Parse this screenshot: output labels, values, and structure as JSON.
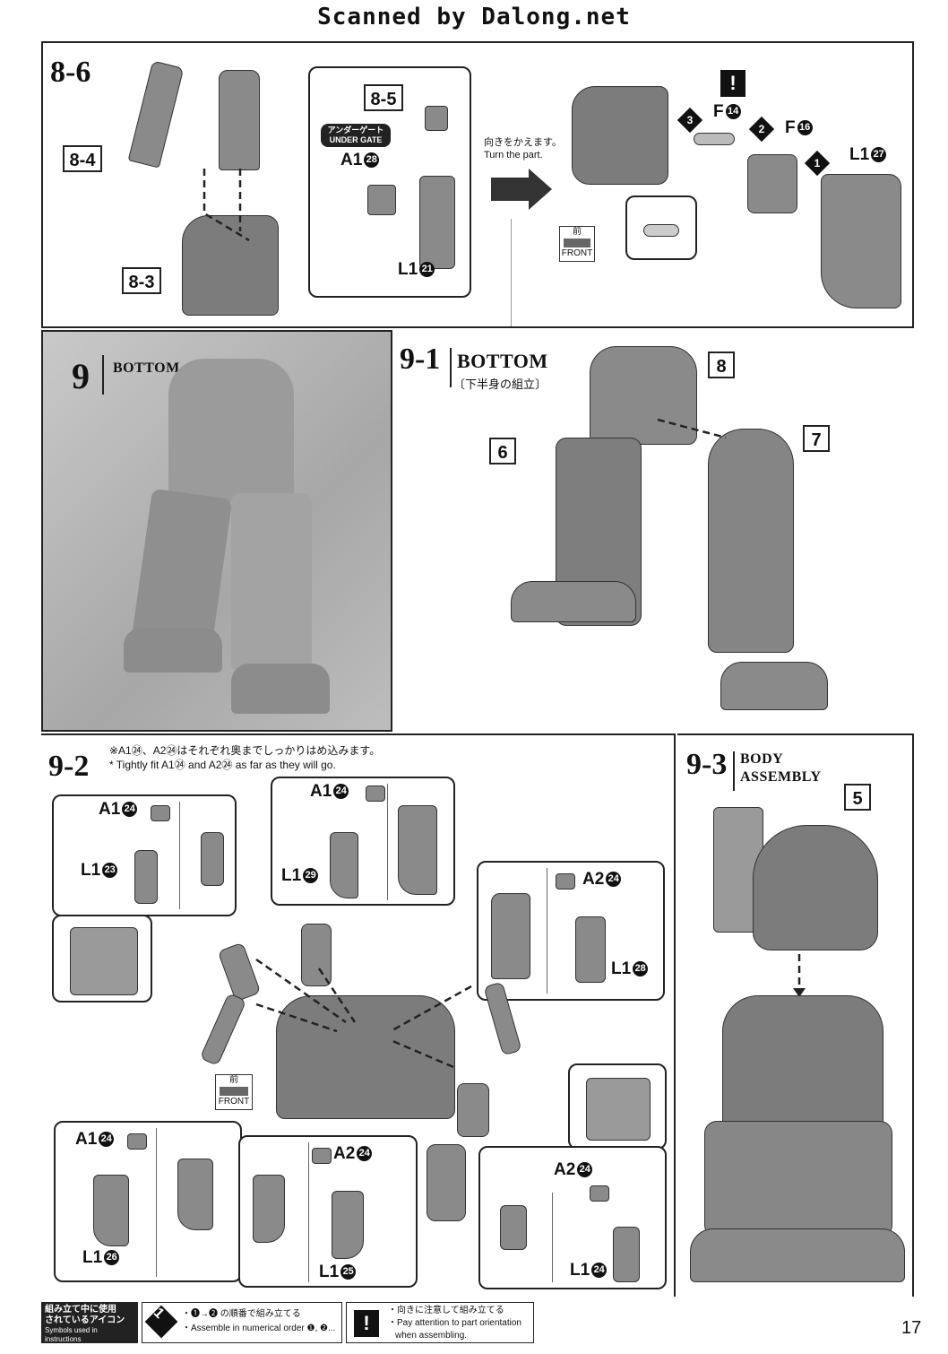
{
  "header": {
    "scan_credit": "Scanned by Dalong.net"
  },
  "page_number": "17",
  "step_8_6": {
    "number": "8-6",
    "labels": {
      "l84": "8-4",
      "l83": "8-3",
      "l85": "8-5"
    },
    "gate_ja": "アンダーゲート",
    "gate_en": "UNDER GATE",
    "parts": {
      "a1": "A1",
      "a1_n": "28",
      "l1": "L1",
      "l1_n": "21",
      "f14": "F",
      "f14_n": "14",
      "f16": "F",
      "f16_n": "16",
      "l127": "L1",
      "l127_n": "27"
    },
    "turn_ja": "向きをかえます。",
    "turn_en": "Turn the part.",
    "front_ja": "前",
    "front_en": "FRONT",
    "order": {
      "o1": "1",
      "o2": "2",
      "o3": "3"
    },
    "warning": "!"
  },
  "step_9": {
    "number": "9",
    "title": "BOTTOM"
  },
  "step_9_1": {
    "number": "9-1",
    "title": "BOTTOM",
    "subtitle_ja": "〔下半身の組立〕",
    "labels": {
      "l8": "8",
      "l6": "6",
      "l7": "7"
    }
  },
  "step_9_2": {
    "number": "9-2",
    "note_ja": "※A1㉔、A2㉔はそれぞれ奥までしっかりはめ込みます。",
    "note_en": "* Tightly fit A1㉔ and A2㉔ as far as they will go.",
    "parts": {
      "c1_a": "A1",
      "c1_a_n": "24",
      "c1_b": "L1",
      "c1_b_n": "23",
      "c2_a": "A1",
      "c2_a_n": "24",
      "c2_b": "L1",
      "c2_b_n": "29",
      "c3_a": "A2",
      "c3_a_n": "24",
      "c3_b": "L1",
      "c3_b_n": "28",
      "c4_a": "A1",
      "c4_a_n": "24",
      "c4_b": "L1",
      "c4_b_n": "26",
      "c5_a": "A2",
      "c5_a_n": "24",
      "c5_b": "L1",
      "c5_b_n": "25",
      "c6_a": "A2",
      "c6_a_n": "24",
      "c6_b": "L1",
      "c6_b_n": "24"
    },
    "front_ja": "前",
    "front_en": "FRONT"
  },
  "step_9_3": {
    "number": "9-3",
    "title_line1": "BODY",
    "title_line2": "ASSEMBLY",
    "label": "5"
  },
  "legend": {
    "heading_ja_1": "組み立て中に使用",
    "heading_ja_2": "されているアイコン",
    "heading_en": "Symbols used in instructions",
    "icon1": "1",
    "icon1_ja": "・❶→❷ の順番で組み立てる",
    "icon1_en": "・Assemble in numerical order ❶, ❷...",
    "icon2": "!",
    "icon2_ja": "・向きに注意して組み立てる",
    "icon2_en_1": "・Pay attention to part orientation",
    "icon2_en_2": "when assembling."
  },
  "colors": {
    "part_gray": "#8a8a8a",
    "ink": "#111111",
    "photo_bg": "#b8b8b8"
  }
}
